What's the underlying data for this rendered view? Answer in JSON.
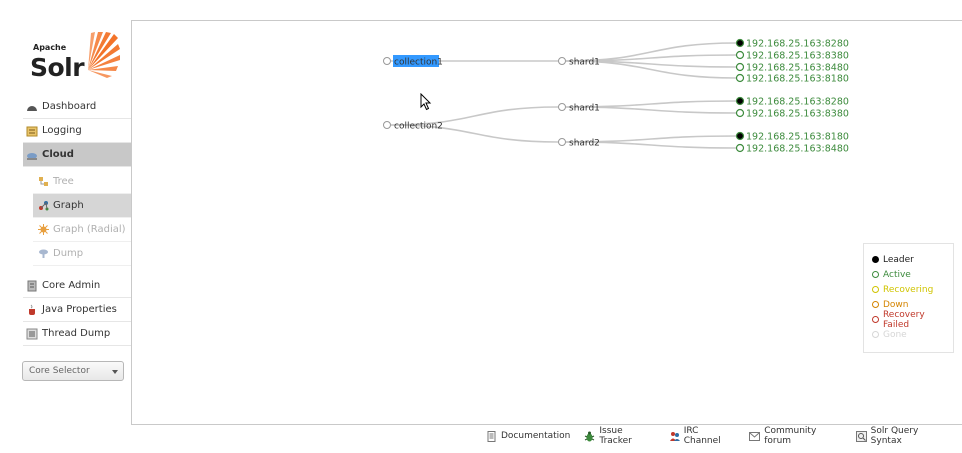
{
  "logo": {
    "small": "Apache",
    "big": "Solr"
  },
  "nav": {
    "items": [
      {
        "label": "Dashboard",
        "icon": "dashboard-icon"
      },
      {
        "label": "Logging",
        "icon": "logging-icon"
      },
      {
        "label": "Cloud",
        "icon": "cloud-icon"
      }
    ],
    "cloud_sub": [
      {
        "label": "Tree",
        "icon": "tree-icon"
      },
      {
        "label": "Graph",
        "icon": "graph-icon"
      },
      {
        "label": "Graph (Radial)",
        "icon": "radial-icon"
      },
      {
        "label": "Dump",
        "icon": "dump-icon"
      }
    ],
    "items2": [
      {
        "label": "Core Admin",
        "icon": "core-admin-icon"
      },
      {
        "label": "Java Properties",
        "icon": "java-icon"
      },
      {
        "label": "Thread Dump",
        "icon": "thread-dump-icon"
      }
    ]
  },
  "core_selector": {
    "value": "Core Selector"
  },
  "graph": {
    "collections": [
      {
        "name": "collection1",
        "selected": true,
        "shards": [
          {
            "name": "shard1",
            "replicas": [
              {
                "host": "192.168.25.163:8280",
                "state": "leader"
              },
              {
                "host": "192.168.25.163:8380",
                "state": "active"
              },
              {
                "host": "192.168.25.163:8480",
                "state": "active"
              },
              {
                "host": "192.168.25.163:8180",
                "state": "active"
              }
            ]
          }
        ]
      },
      {
        "name": "collection2",
        "selected": false,
        "shards": [
          {
            "name": "shard1",
            "replicas": [
              {
                "host": "192.168.25.163:8280",
                "state": "leader"
              },
              {
                "host": "192.168.25.163:8380",
                "state": "active"
              }
            ]
          },
          {
            "name": "shard2",
            "replicas": [
              {
                "host": "192.168.25.163:8180",
                "state": "leader"
              },
              {
                "host": "192.168.25.163:8480",
                "state": "active"
              }
            ]
          }
        ]
      }
    ]
  },
  "legend": [
    {
      "label": "Leader",
      "color": "#000000",
      "fill": "#000000"
    },
    {
      "label": "Active",
      "color": "#3d8b3d",
      "fill": "#ffffff"
    },
    {
      "label": "Recovering",
      "color": "#d0c400",
      "fill": "#ffffff"
    },
    {
      "label": "Down",
      "color": "#d48400",
      "fill": "#ffffff"
    },
    {
      "label": "Recovery Failed",
      "color": "#c0392b",
      "fill": "#ffffff"
    },
    {
      "label": "Gone",
      "color": "#d6d6d6",
      "fill": "#ffffff"
    }
  ],
  "footer": [
    {
      "label": "Documentation",
      "icon": "documentation-icon"
    },
    {
      "label": "Issue Tracker",
      "icon": "bug-icon"
    },
    {
      "label": "IRC Channel",
      "icon": "irc-icon"
    },
    {
      "label": "Community forum",
      "icon": "forum-icon"
    },
    {
      "label": "Solr Query Syntax",
      "icon": "query-syntax-icon"
    }
  ]
}
